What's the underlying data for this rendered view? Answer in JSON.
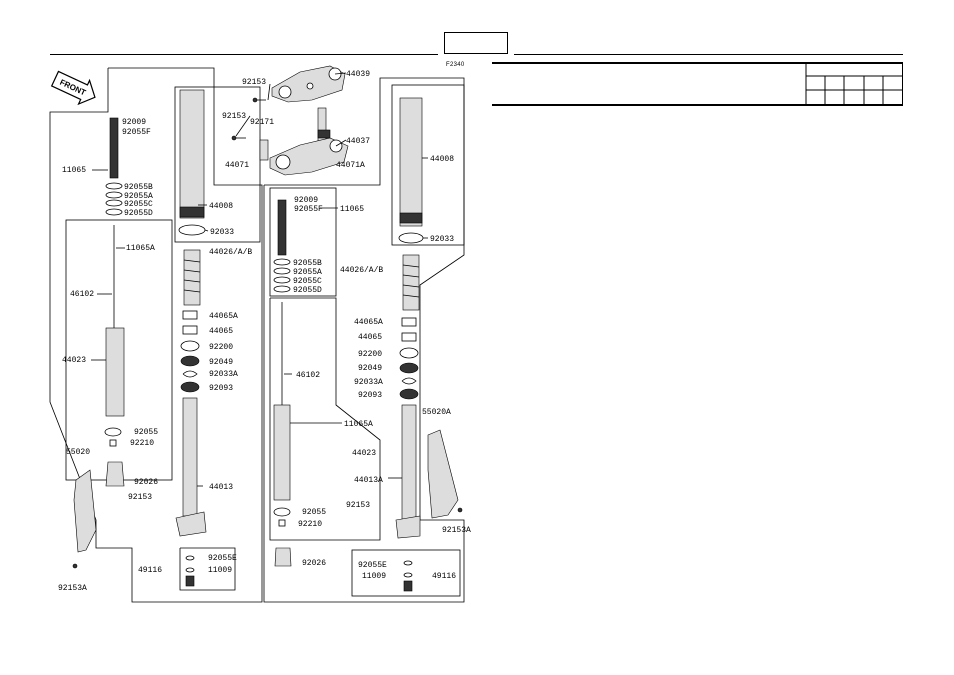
{
  "diagram_code": "F2340",
  "front_label": "FRONT",
  "labels": {
    "l_92153_top": "92153",
    "l_44039": "44039",
    "l_92153_mid": "92153",
    "l_92171": "92171",
    "l_44037": "44037",
    "l_44071": "44071",
    "l_44071A": "44071A",
    "l_44008_L": "44008",
    "l_44008_R": "44008",
    "l_92033_L": "92033",
    "l_92033_R": "92033",
    "l_92009_L": "92009",
    "l_92055F_L": "92055F",
    "l_11065_L": "11065",
    "l_92055B_L": "92055B",
    "l_92055A_L": "92055A",
    "l_92055C_L": "92055C",
    "l_92055D_L": "92055D",
    "l_92009_R": "92009",
    "l_92055F_R": "92055F",
    "l_11065_R": "11065",
    "l_92055B_R": "92055B",
    "l_92055A_R": "92055A",
    "l_92055C_R": "92055C",
    "l_92055D_R": "92055D",
    "l_11065A_L": "11065A",
    "l_11065A_R": "11065A",
    "l_46102_L": "46102",
    "l_46102_R": "46102",
    "l_44023_L": "44023",
    "l_44023_R": "44023",
    "l_44026_L": "44026/A/B",
    "l_44026_R": "44026/A/B",
    "l_44065A_L": "44065A",
    "l_44065_L": "44065",
    "l_92200_L": "92200",
    "l_92049_L": "92049",
    "l_92033A_L": "92033A",
    "l_92093_L": "92093",
    "l_44065A_R": "44065A",
    "l_44065_R": "44065",
    "l_92200_R": "92200",
    "l_92049_R": "92049",
    "l_92033A_R": "92033A",
    "l_92093_R": "92093",
    "l_92055_L": "92055",
    "l_92210_L": "92210",
    "l_92026_L": "92026",
    "l_92055_R": "92055",
    "l_92210_R": "92210",
    "l_92026_R": "92026",
    "l_55020_L": "55020",
    "l_55020A_R": "55020A",
    "l_44013_L": "44013",
    "l_44013A_R": "44013A",
    "l_92153_L": "92153",
    "l_92153_R": "92153",
    "l_92153A_L": "92153A",
    "l_92153A_R": "92153A",
    "l_92055E_L": "92055E",
    "l_11009_L": "11009",
    "l_49116_L": "49116",
    "l_92055E_R": "92055E",
    "l_11009_R": "11009",
    "l_49116_R": "49116"
  }
}
